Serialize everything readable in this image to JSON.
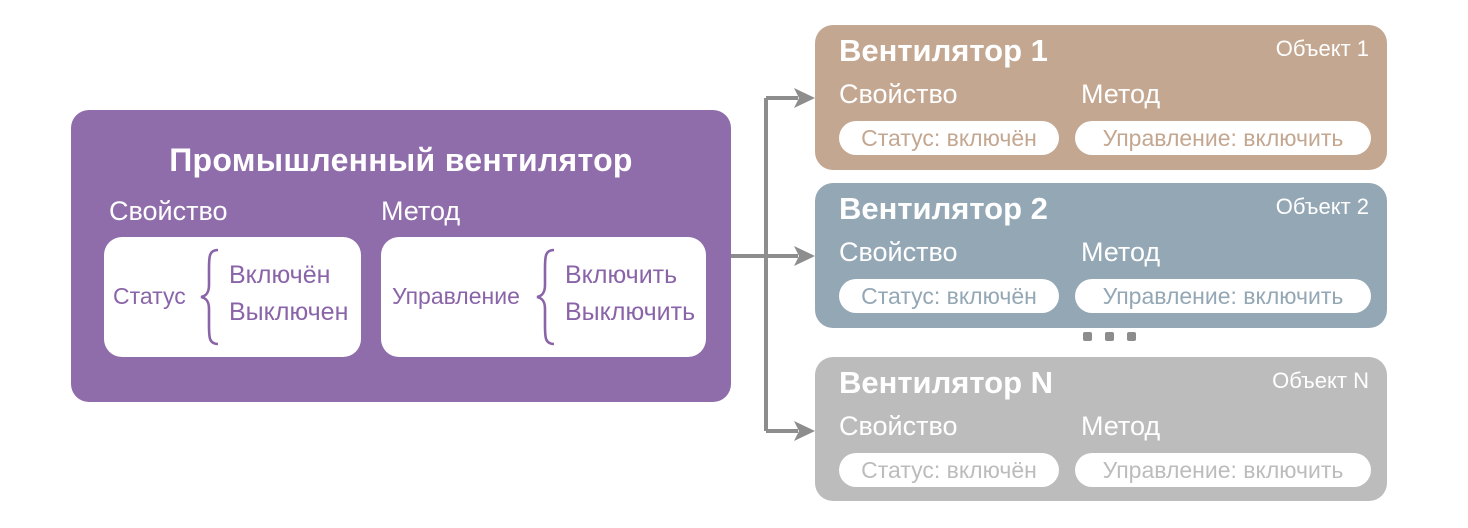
{
  "class": {
    "title": "Промышленный вентилятор",
    "property_label": "Свойство",
    "method_label": "Метод",
    "property": {
      "name": "Статус",
      "values": [
        "Включён",
        "Выключен"
      ]
    },
    "method": {
      "name": "Управление",
      "values": [
        "Включить",
        "Выключить"
      ]
    }
  },
  "objects": [
    {
      "name": "Вентилятор 1",
      "tag": "Объект 1",
      "property_label": "Свойство",
      "method_label": "Метод",
      "property_value": "Статус: включён",
      "method_value": "Управление: включить",
      "color": "#c4a791"
    },
    {
      "name": "Вентилятор 2",
      "tag": "Объект 2",
      "property_label": "Свойство",
      "method_label": "Метод",
      "property_value": "Статус: включён",
      "method_value": "Управление: включить",
      "color": "#94a7b5"
    },
    {
      "name": "Вентилятор N",
      "tag": "Объект N",
      "property_label": "Свойство",
      "method_label": "Метод",
      "property_value": "Статус: включён",
      "method_value": "Управление: включить",
      "color": "#bcbcbc"
    }
  ],
  "colors": {
    "class_fill": "#8f6dab",
    "class_text": "#8a64a8",
    "connector": "#8d8d8d",
    "ellipsis": "#8d8d8d"
  }
}
